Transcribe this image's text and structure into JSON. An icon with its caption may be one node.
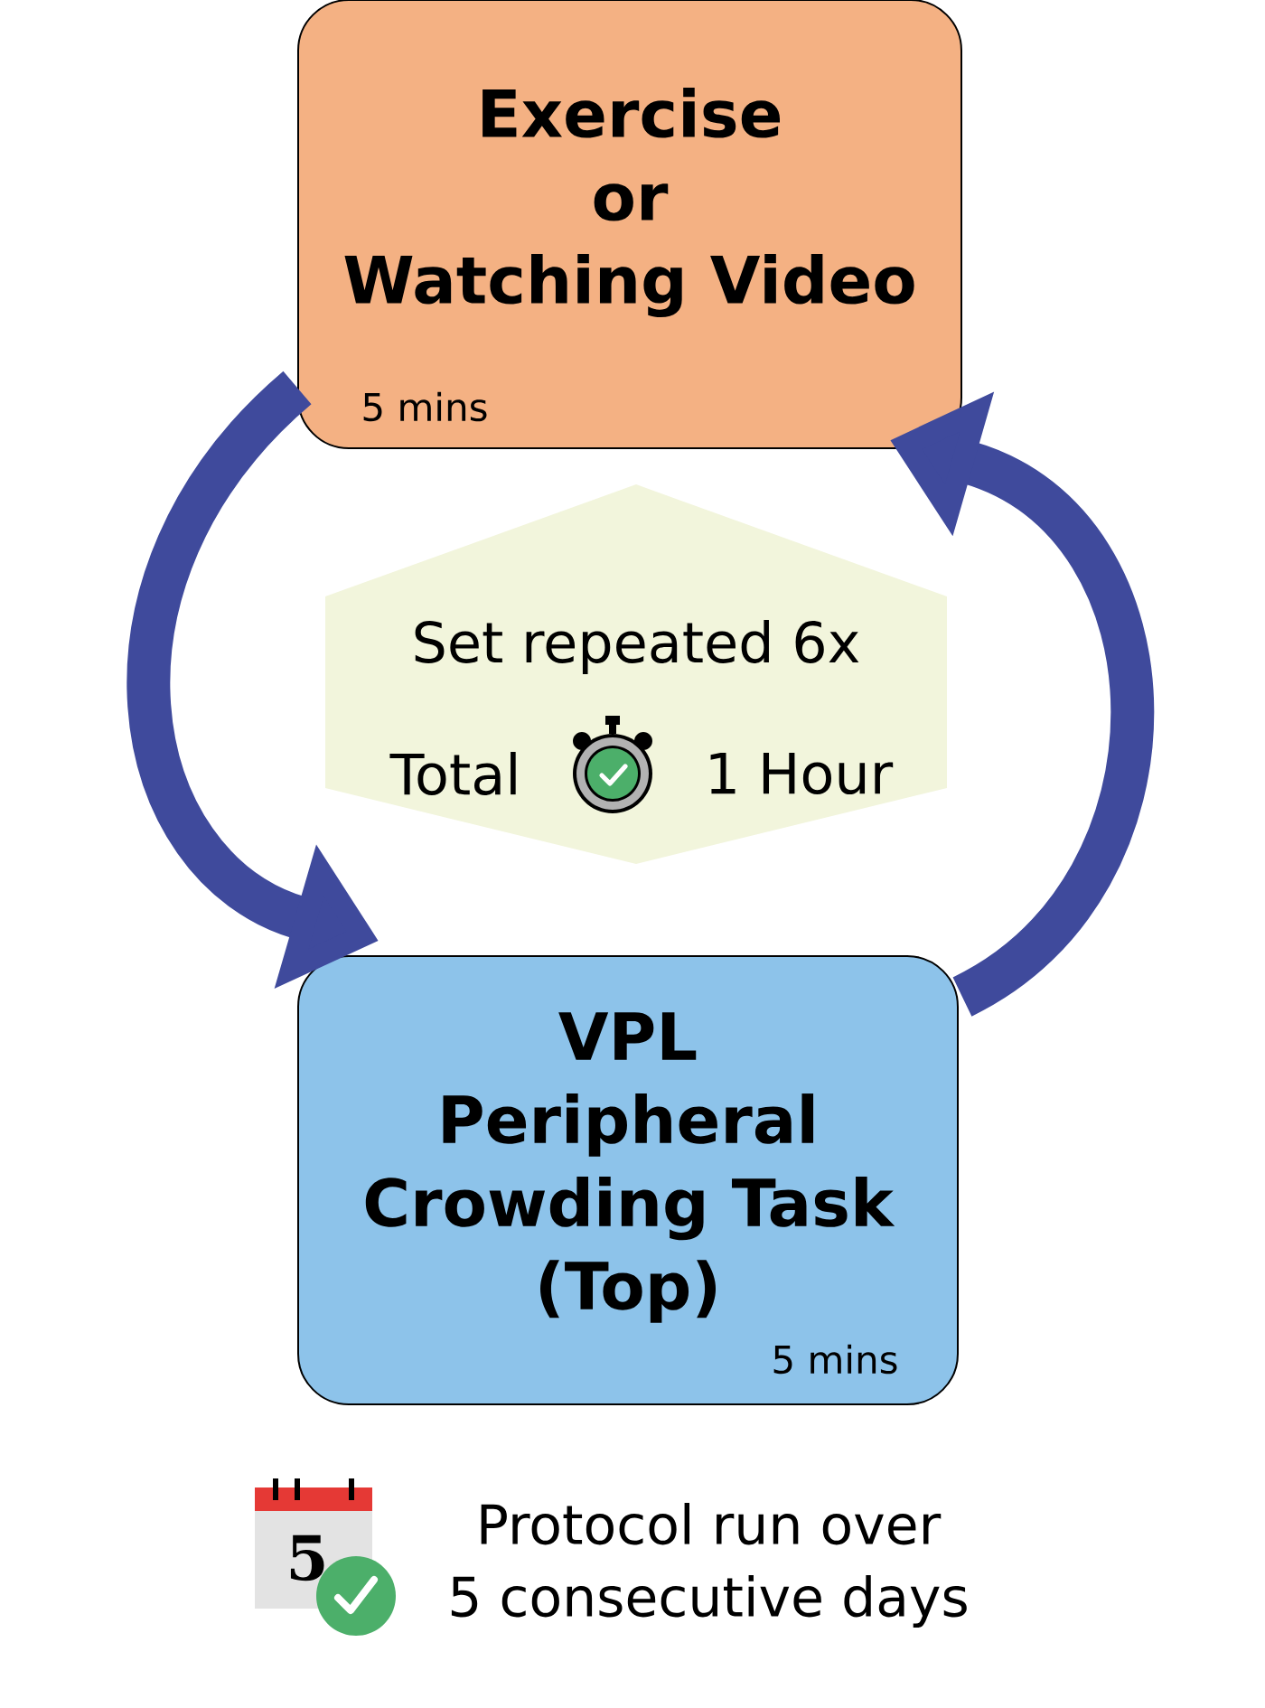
{
  "diagram": {
    "nodes": [
      {
        "text": [
          "Exercise or Watching Video",
          "5 mins"
        ]
      },
      {
        "text": [
          "Set repeated 6x",
          "Total",
          "1 Hour"
        ]
      },
      {
        "text": [
          "VPL Peripheral Crowding Task (Top)",
          "5 mins"
        ]
      }
    ],
    "edges": [
      {
        "from": 0,
        "to": 2,
        "arrow": "to"
      },
      {
        "from": 2,
        "to": 0,
        "arrow": "to"
      }
    ],
    "labels": [
      "5",
      "Protocol run over 5 consecutive days"
    ]
  }
}
